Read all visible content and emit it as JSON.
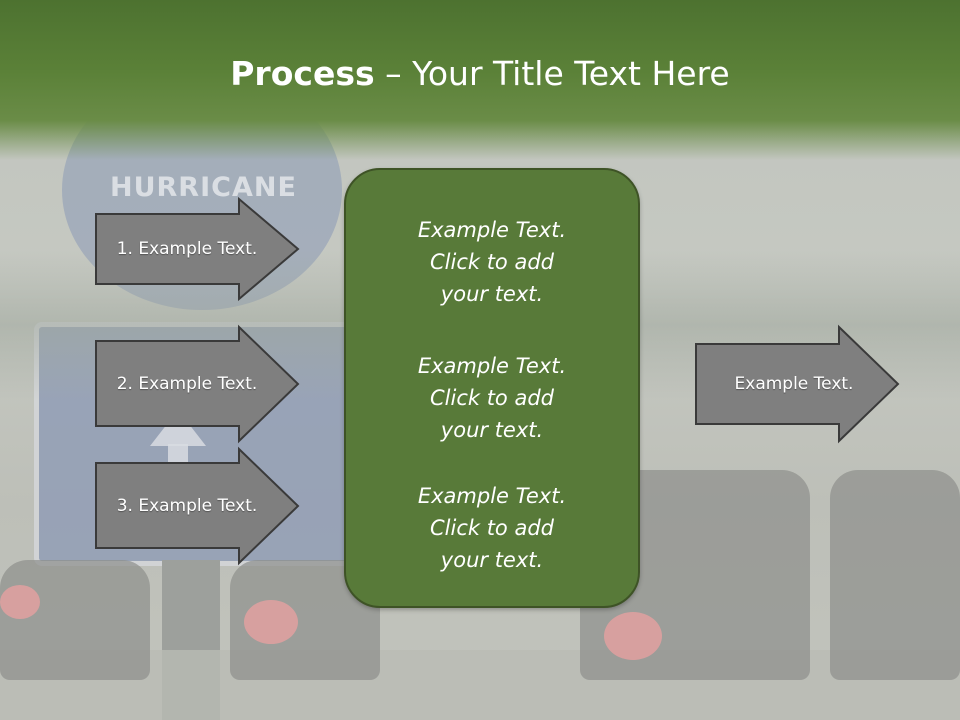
{
  "slide": {
    "title_bold": "Process",
    "title_rest": " – Your Title Text Here",
    "background_sign_text": "HURRICANE",
    "colors": {
      "title_band": "#5b8138",
      "panel_fill": "#587a39",
      "panel_border": "#3e5326",
      "arrow_fill": "#7f7f7f",
      "arrow_border": "#3a3a3a",
      "text": "#ffffff"
    }
  },
  "left_arrows": [
    {
      "label": "1. Example Text."
    },
    {
      "label": "2. Example Text."
    },
    {
      "label": "3. Example Text."
    }
  ],
  "center_panel": {
    "blocks": [
      {
        "line1": "Example Text.",
        "line2": "Click  to add",
        "line3": "your text."
      },
      {
        "line1": "Example Text.",
        "line2": "Click  to add",
        "line3": "your text."
      },
      {
        "line1": "Example Text.",
        "line2": "Click  to add",
        "line3": "your text."
      }
    ]
  },
  "right_arrow": {
    "label": "Example Text."
  }
}
